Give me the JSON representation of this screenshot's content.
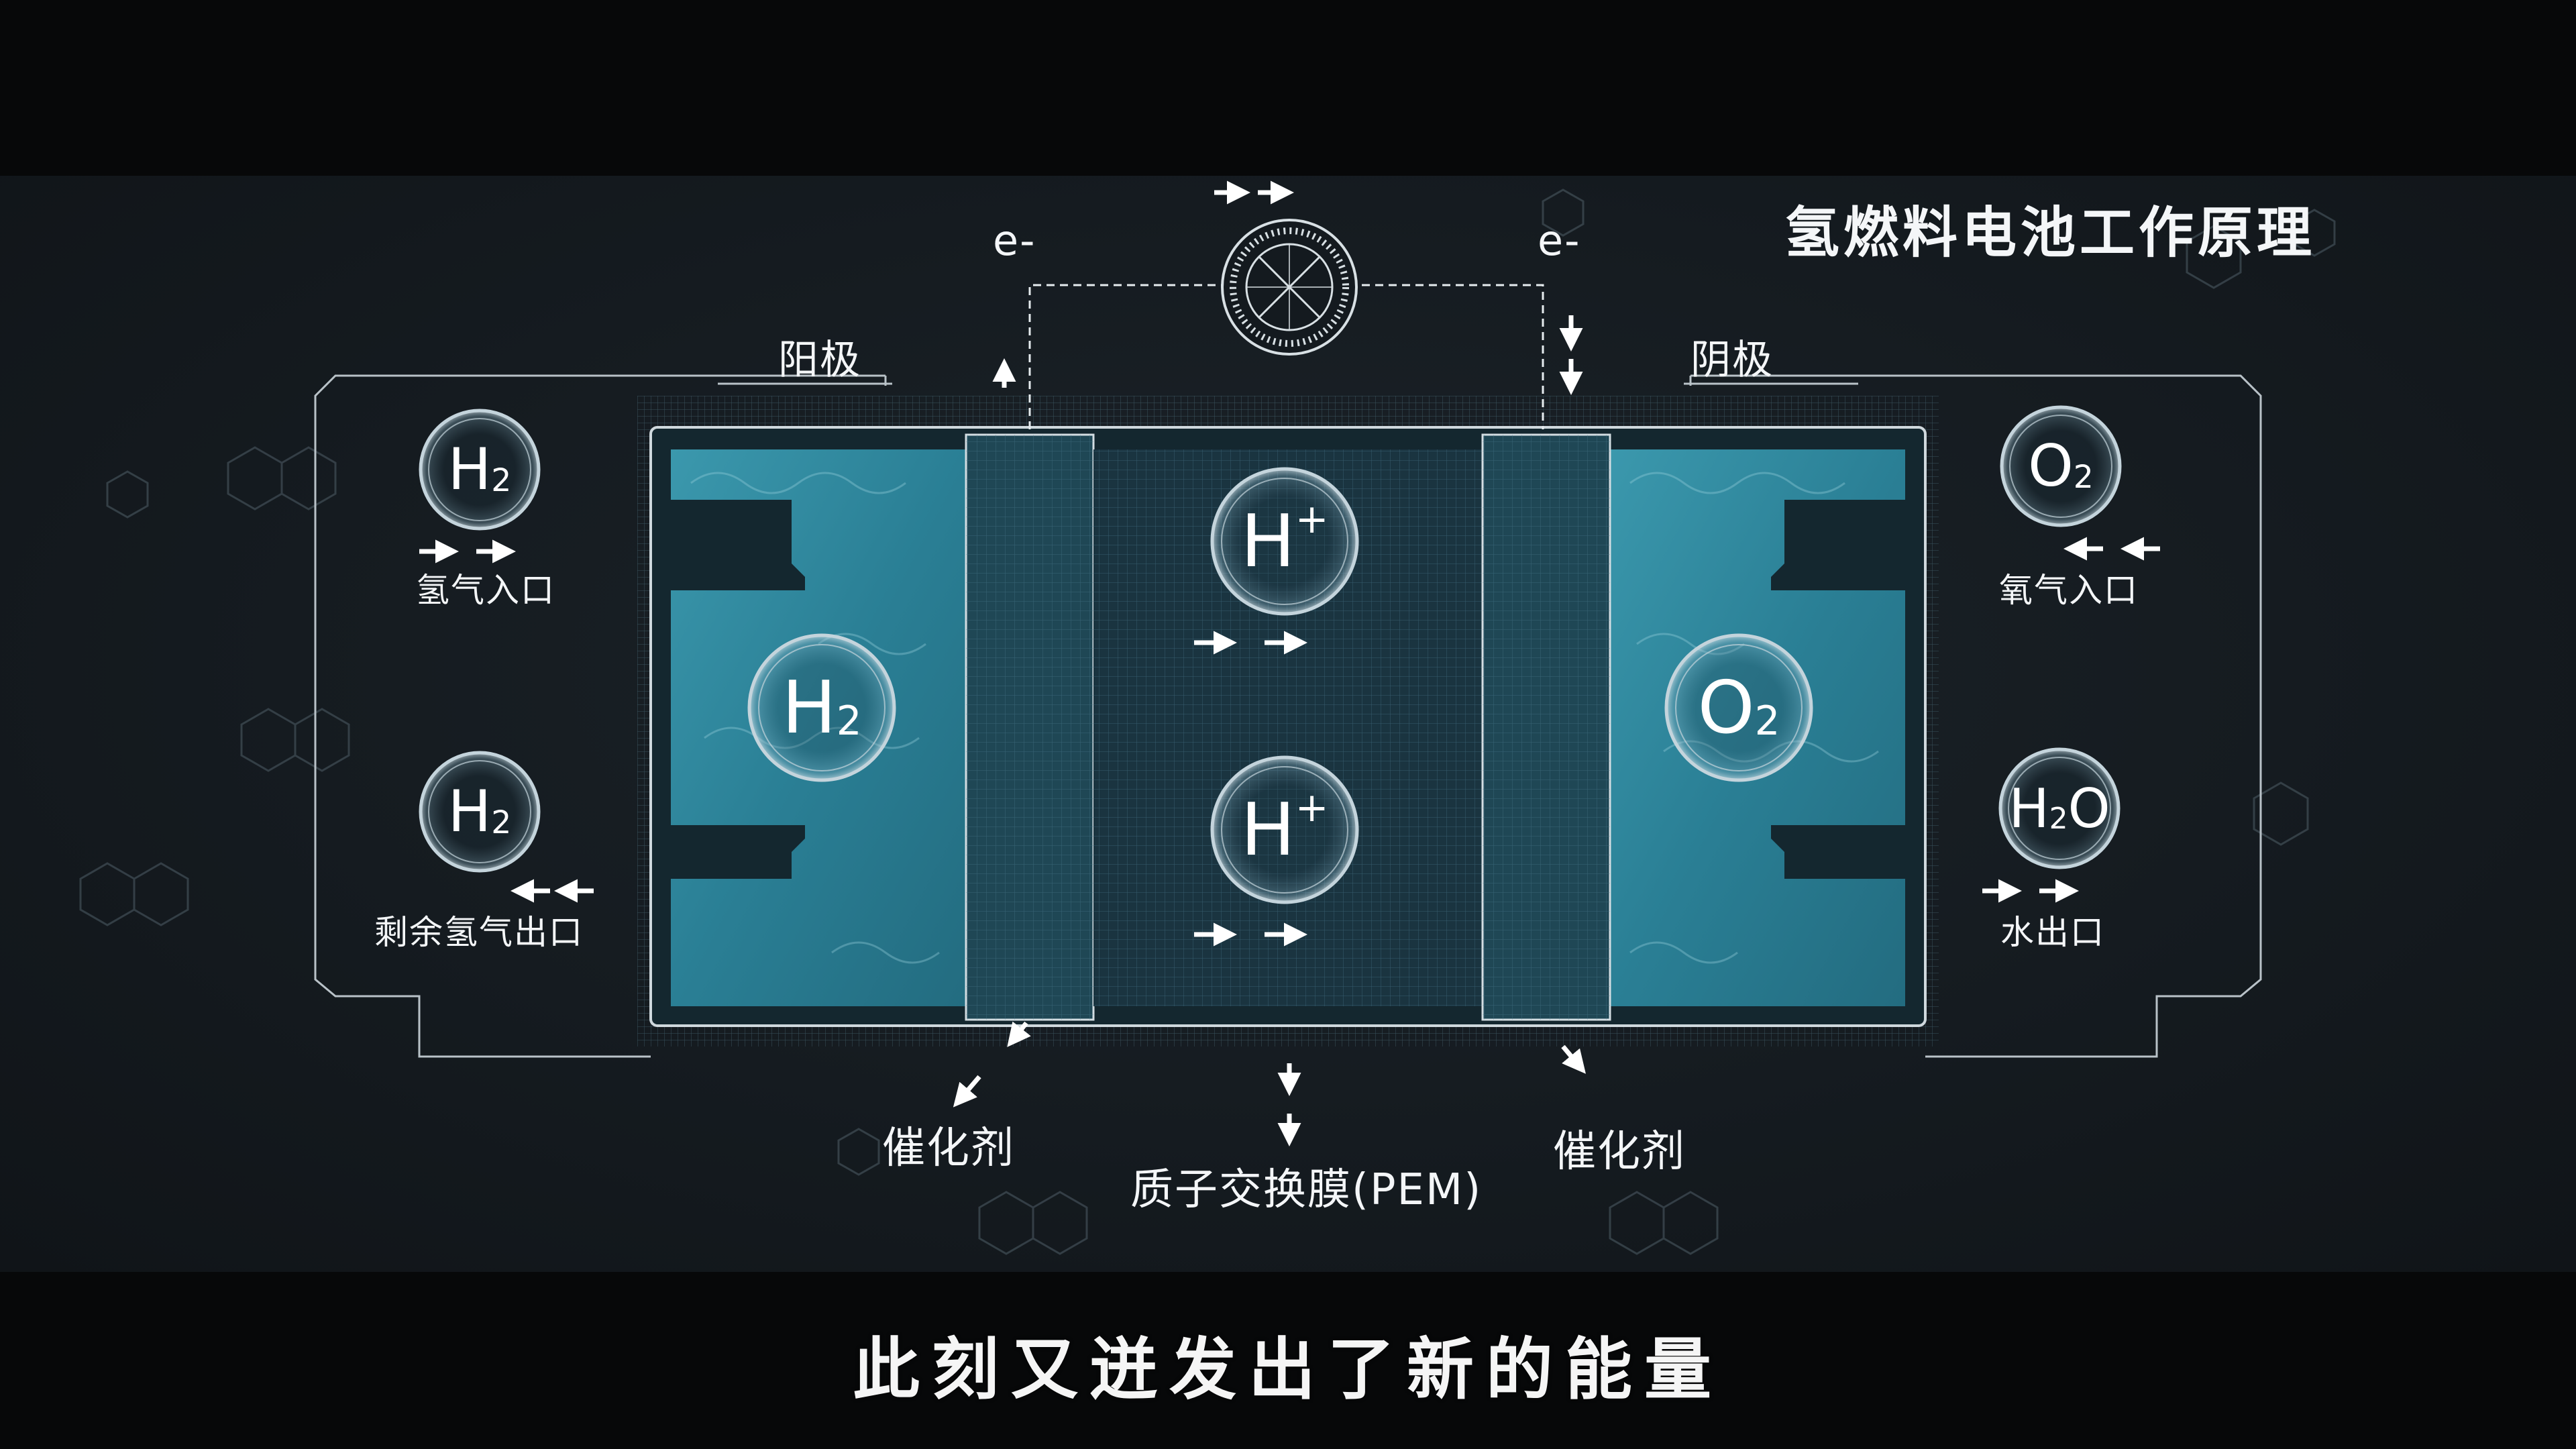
{
  "title": "氢燃料电池工作原理",
  "anode": "阳极",
  "cathode": "阴极",
  "electron_left": "e-",
  "electron_right": "e-",
  "inlet_h2": {
    "formula": "H",
    "sub": "2",
    "label": "氢气入口"
  },
  "outlet_h2": {
    "formula": "H",
    "sub": "2",
    "label": "剩余氢气出口"
  },
  "inlet_o2": {
    "formula": "O",
    "sub": "2",
    "label": "氧气入口"
  },
  "outlet_h2o": {
    "formula": "H",
    "sub": "2",
    "tail": "O",
    "label": "水出口"
  },
  "chamber_left": {
    "formula": "H",
    "sub": "2"
  },
  "chamber_right": {
    "formula": "O",
    "sub": "2"
  },
  "proton_top": {
    "formula": "H",
    "sup": "+"
  },
  "proton_bottom": {
    "formula": "H",
    "sup": "+"
  },
  "catalyst_left": "催化剂",
  "catalyst_right": "催化剂",
  "membrane": "质子交换膜(PEM)",
  "subtitle": "此刻又迸发出了新的能量",
  "colors": {
    "water": "#2a7f95",
    "line": "#c8d2d8",
    "background": "#151b20",
    "letterbox": "#070809"
  }
}
